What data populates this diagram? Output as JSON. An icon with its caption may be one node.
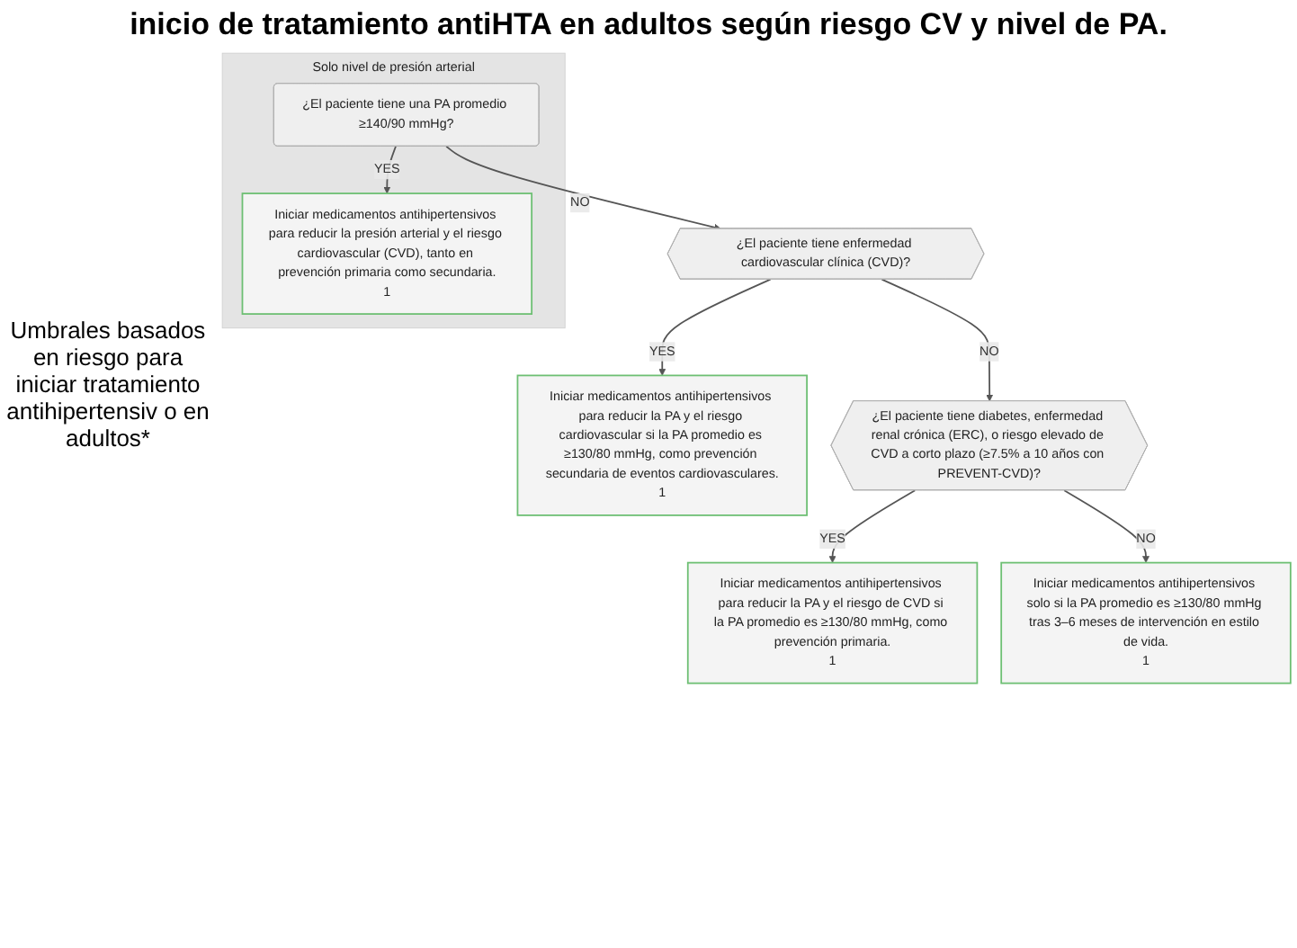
{
  "diagram": {
    "title": "inicio de tratamiento antiHTA en adultos según riesgo CV y nivel de PA.",
    "nodes": [
      {
        "text": [
          "Solo nivel de presión arterial"
        ]
      },
      {
        "text": [
          "¿El paciente tiene una PA promedio ≥140/90 mmHg?"
        ],
        "in": 0
      },
      {
        "text": [
          "Iniciar medicamentos antihipertensivos para reducir la presión arterial y el riesgo cardiovascular (CVD), tanto en prevención primaria como secundaria.",
          "1"
        ],
        "in": 0
      },
      {
        "text": [
          "¿El paciente tiene enfermedad cardiovascular clínica (CVD)?"
        ]
      },
      {
        "text": [
          "Iniciar medicamentos antihipertensivos para reducir la PA y el riesgo cardiovascular si la PA promedio es ≥130/80 mmHg, como prevención secundaria de eventos cardiovasculares.",
          "1"
        ]
      },
      {
        "text": [
          "¿El paciente tiene diabetes, enfermedad renal crónica (ERC), o riesgo elevado de CVD a corto plazo (≥7.5% a 10 años con PREVENT-CVD)?"
        ]
      },
      {
        "text": [
          "Iniciar medicamentos antihipertensivos para reducir la PA y el riesgo de CVD si la PA promedio es ≥130/80 mmHg, como prevención primaria.",
          "1"
        ]
      },
      {
        "text": [
          "Iniciar medicamentos antihipertensivos solo si la PA promedio es ≥130/80 mmHg tras 3–6 meses de intervención en estilo de vida.",
          "1"
        ]
      }
    ],
    "edges": [
      {
        "from": 1,
        "to": 2,
        "arrow": "to",
        "label": "YES"
      },
      {
        "from": 1,
        "to": 3,
        "arrow": "to",
        "label": "NO"
      },
      {
        "from": 3,
        "to": 4,
        "arrow": "to",
        "label": "YES"
      },
      {
        "from": 3,
        "to": 5,
        "arrow": "to",
        "label": "NO"
      },
      {
        "from": 5,
        "to": 6,
        "arrow": "to",
        "label": "YES"
      },
      {
        "from": 5,
        "to": 7,
        "arrow": "to",
        "label": "NO"
      }
    ],
    "labels": [
      "Umbrales basados en riesgo para iniciar tratamiento antihipertensiv o en adultos*"
    ]
  }
}
